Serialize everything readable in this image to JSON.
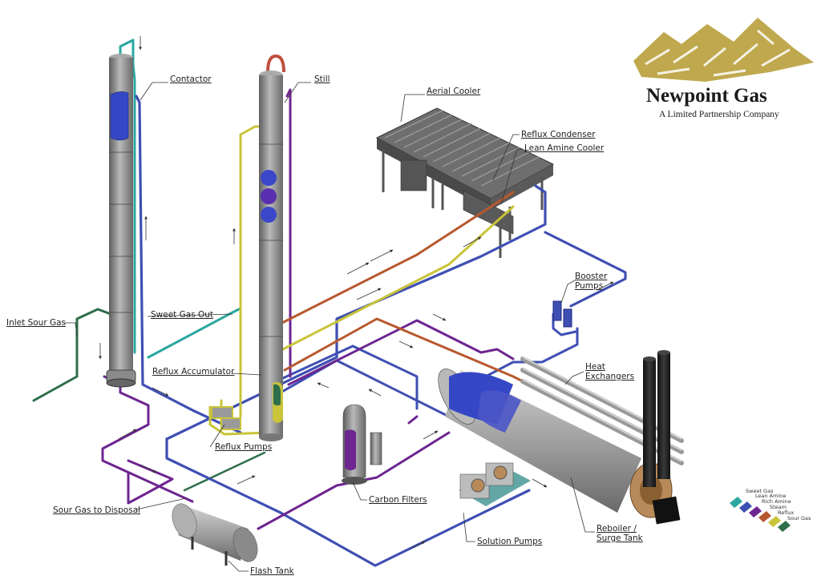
{
  "brand": {
    "name": "Newpoint Gas",
    "tagline": "A Limited Partnership Company"
  },
  "labels": {
    "contactor": "Contactor",
    "still": "Still",
    "aerial_cooler": "Aerial Cooler",
    "reflux_condenser": "Reflux Condenser",
    "lean_amine_cooler": "Lean Amine Cooler",
    "booster_pumps": [
      "Booster",
      "Pumps"
    ],
    "heat_exchangers": [
      "Heat",
      "Exchangers"
    ],
    "inlet_sour_gas": "Inlet Sour Gas",
    "sweet_gas_out": "Sweet Gas Out",
    "reflux_accumulator": "Reflux Accumulator",
    "reflux_pumps": "Reflux Pumps",
    "carbon_filters": "Carbon Filters",
    "sour_gas_to_disposal": "Sour Gas to Disposal",
    "solution_pumps": "Solution Pumps",
    "reboiler_surge_tank": [
      "Reboiler /",
      "Surge Tank"
    ],
    "flash_tank": "Flash Tank"
  },
  "legend": [
    {
      "label": "Sweet Gas",
      "color": "#2aa7a0"
    },
    {
      "label": "Lean Amine",
      "color": "#3e4fb3"
    },
    {
      "label": "Rich Amine",
      "color": "#6d2590"
    },
    {
      "label": "Steam",
      "color": "#b8582e"
    },
    {
      "label": "Reflux",
      "color": "#c9c439"
    },
    {
      "label": "Sour Gas",
      "color": "#2e6e4a"
    }
  ],
  "colors": {
    "sweet_gas": "#2aa7a0",
    "lean_amine": "#3e4fb3",
    "rich_amine": "#6d2590",
    "steam": "#b8582e",
    "reflux": "#c9c439",
    "sour_gas": "#2e6e4a",
    "logo_gold": "#a08a2e",
    "vessel_gray": "#9a9a9a"
  }
}
